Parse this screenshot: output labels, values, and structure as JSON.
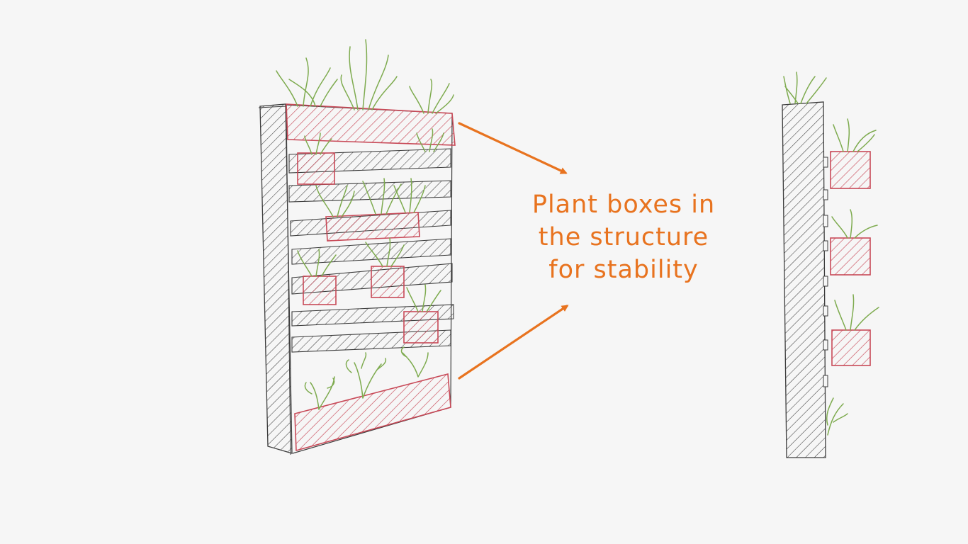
{
  "caption": {
    "lines": [
      "Plant boxes in",
      "the structure",
      "for stability"
    ]
  },
  "colors": {
    "background": "#f6f6f6",
    "annotation": "#e8731f",
    "structure": "#3c3c3c",
    "planter": "#c84a58",
    "plant": "#7eab4f"
  },
  "icons": [
    "pallet-garden-front-view",
    "wall-garden-side-view",
    "arrow-icon"
  ]
}
